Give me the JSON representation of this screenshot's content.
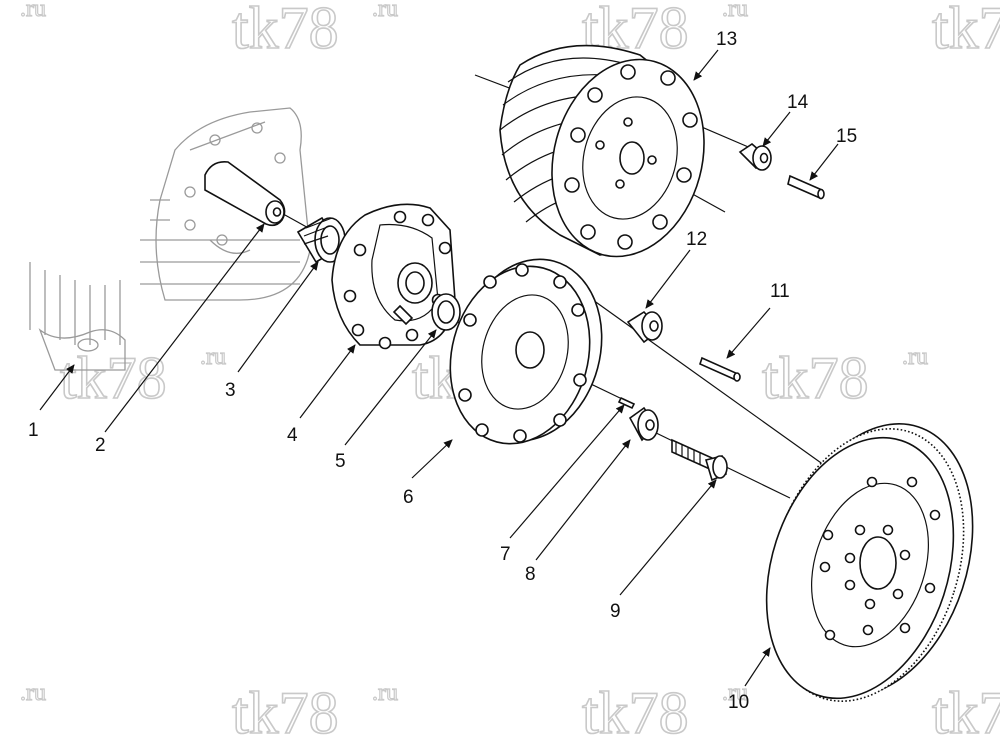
{
  "watermark": {
    "main": "tk78",
    "suffix": ".ru"
  },
  "parts": [
    {
      "id": "1",
      "label": "1"
    },
    {
      "id": "2",
      "label": "2"
    },
    {
      "id": "3",
      "label": "3"
    },
    {
      "id": "4",
      "label": "4"
    },
    {
      "id": "5",
      "label": "5"
    },
    {
      "id": "6",
      "label": "6"
    },
    {
      "id": "7",
      "label": "7"
    },
    {
      "id": "8",
      "label": "8"
    },
    {
      "id": "9",
      "label": "9"
    },
    {
      "id": "10",
      "label": "10"
    },
    {
      "id": "11",
      "label": "11"
    },
    {
      "id": "12",
      "label": "12"
    },
    {
      "id": "13",
      "label": "13"
    },
    {
      "id": "14",
      "label": "14"
    },
    {
      "id": "15",
      "label": "15"
    }
  ]
}
